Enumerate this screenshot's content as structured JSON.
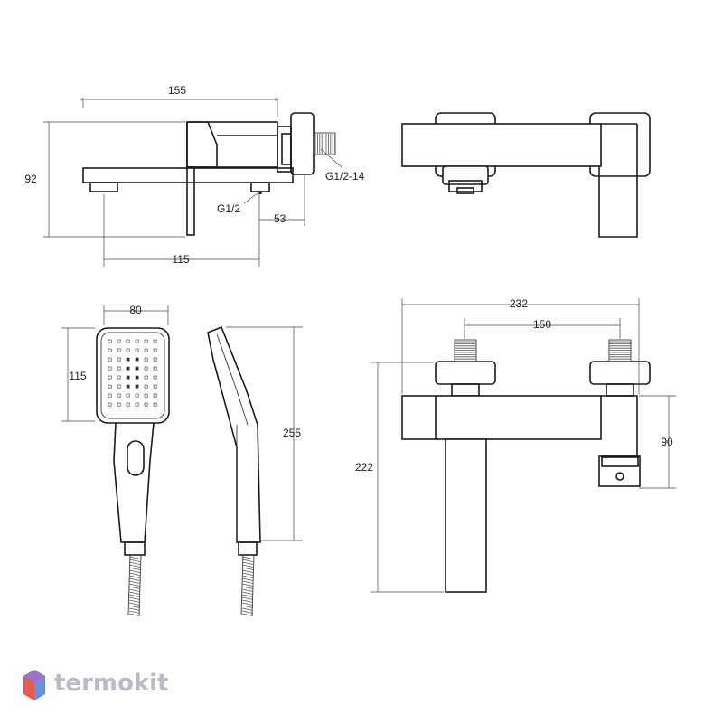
{
  "dimensions": {
    "top_width": "155",
    "top_height": "92",
    "thread_top": "G1/2-14",
    "thread_bottom": "G1/2",
    "offset": "53",
    "spout_reach": "115",
    "head_width": "80",
    "head_height": "115",
    "shower_length": "255",
    "body_width": "232",
    "inlet_spacing": "150",
    "body_height": "222",
    "body_depth": "90"
  },
  "brand": {
    "name": "termokit",
    "logo_colors": [
      "#e8594f",
      "#6a8fd6",
      "#9a72c8"
    ]
  }
}
